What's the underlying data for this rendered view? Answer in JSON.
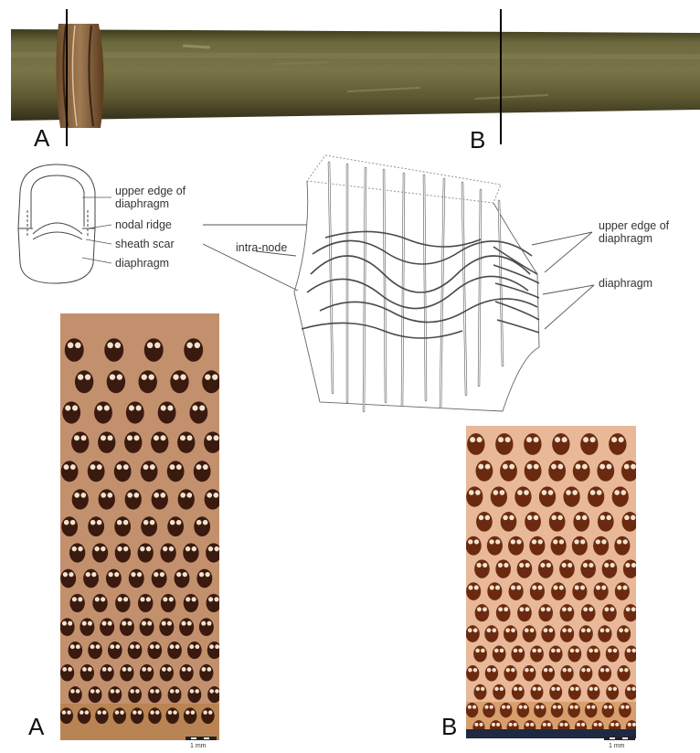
{
  "culm": {
    "marker_a": "A",
    "marker_b": "B"
  },
  "node_sketch": {
    "label_upper_edge": "upper edge of\ndiaphragm",
    "label_nodal_ridge": "nodal ridge",
    "label_sheath_scar": "sheath scar",
    "label_diaphragm": "diaphragm"
  },
  "vascular_drawing": {
    "label_intra_node": "intra-node",
    "label_upper_edge": "upper edge of\ndiaphragm",
    "label_diaphragm": "diaphragm"
  },
  "section_a": {
    "letter": "A",
    "scale_text": "1 mm"
  },
  "section_b": {
    "letter": "B",
    "scale_text": "1 mm"
  },
  "colors": {
    "culm_green": "#5f5a2c",
    "section_a_tissue": "#c3906e",
    "section_b_tissue": "#e8b898",
    "bundle": "#3a1a0f"
  }
}
